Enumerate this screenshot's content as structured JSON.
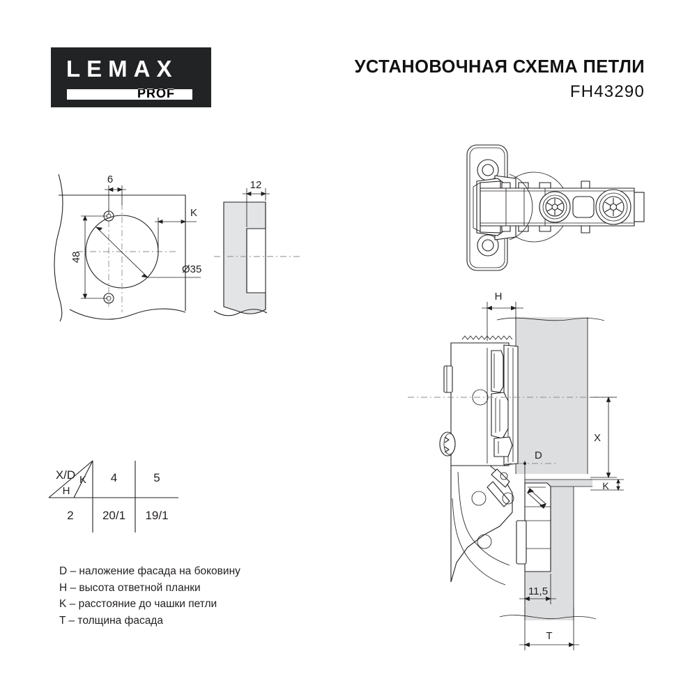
{
  "header": {
    "logo_word": "LEMAX",
    "logo_sub": "PROF",
    "title": "УСТАНОВОЧНАЯ СХЕМА ПЕТЛИ",
    "model": "FH43290"
  },
  "drill_pattern": {
    "name": "drilling-pattern-front-view",
    "dim_offset": "6",
    "dim_hole_spacing": "48",
    "dim_cup_diameter": "Ø35",
    "dim_k": "K"
  },
  "section_side": {
    "name": "panel-section-side-view",
    "dim_cup_depth": "12"
  },
  "hinge_top": {
    "name": "hinge-top-view"
  },
  "hinge_section": {
    "name": "hinge-installed-section-view",
    "dim_h": "H",
    "dim_d": "D",
    "dim_x": "X",
    "dim_k": "K",
    "dim_overlay": "11,5",
    "dim_t": "T"
  },
  "table": {
    "corner_top_left": "X/D",
    "corner_top_right": "K",
    "corner_bottom": "H",
    "columns": [
      "4",
      "5"
    ],
    "rows": [
      {
        "h": "2",
        "values": [
          "20/1",
          "19/1"
        ]
      }
    ]
  },
  "legend": [
    "D – наложение фасада на боковину",
    "H – высота ответной планки",
    "K – расстояние до чашки петли",
    "T – толщина фасада"
  ],
  "colors": {
    "ink": "#231f20",
    "panel_fill": "#e3e4e6",
    "logo_bg": "#222325"
  }
}
